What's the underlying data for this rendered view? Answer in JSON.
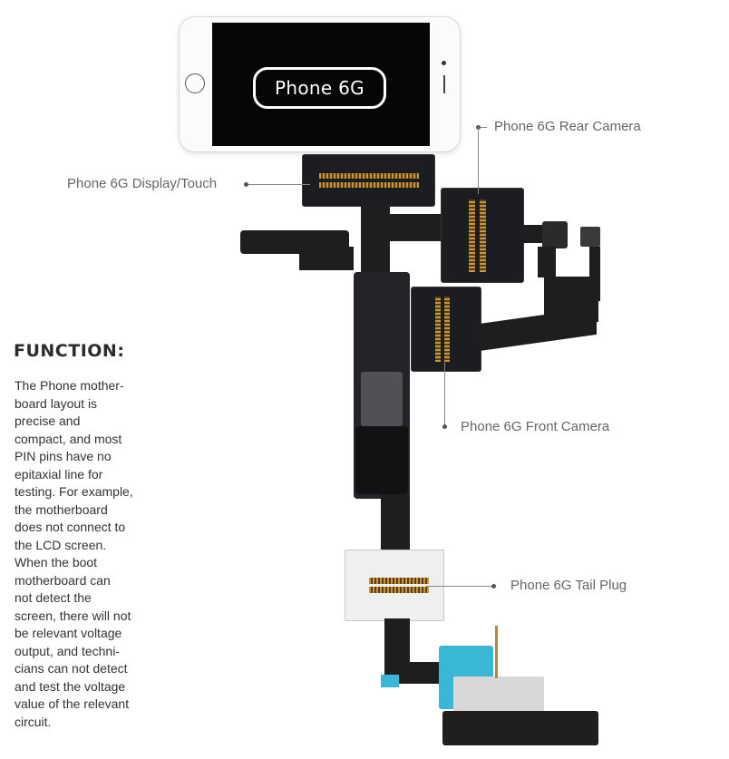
{
  "phone": {
    "screen_label": "Phone 6G"
  },
  "labels": {
    "display_touch": "Phone 6G Display/Touch",
    "rear_camera": "Phone 6G Rear Camera",
    "front_camera": "Phone 6G Front Camera",
    "tail_plug": "Phone 6G Tail Plug"
  },
  "function": {
    "title": "FUNCTION:",
    "lines": [
      "The Phone mother-",
      "board layout is",
      "precise and",
      "compact, and most",
      "PIN pins have no",
      "epitaxial line for",
      "testing. For example,",
      "the motherboard",
      "does not connect to",
      "the LCD screen.",
      "When the boot",
      "motherboard can",
      "not detect the",
      "screen, there will not",
      "be relevant voltage",
      "output, and techni-",
      "cians can not detect",
      "and test the voltage",
      "value of the relevant",
      "circuit."
    ]
  },
  "colors": {
    "board": "#1c1d20",
    "label_text": "#666666",
    "connector_gold": "#c8953a",
    "tail_flex": "#3ab6d6"
  }
}
